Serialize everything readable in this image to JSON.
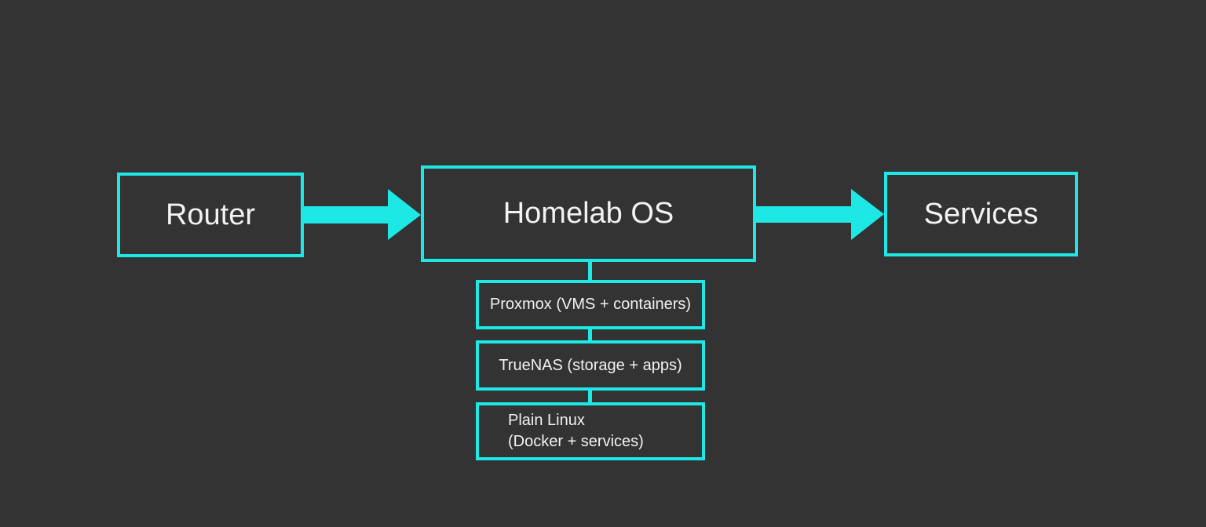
{
  "colors": {
    "background": "#333333",
    "accent": "#1ee8e6",
    "text": "#f2f2f2"
  },
  "nodes": {
    "router": "Router",
    "homelab": "Homelab OS",
    "services": "Services",
    "options": [
      {
        "label": "Proxmox (VMS + containers)"
      },
      {
        "label": "TrueNAS (storage + apps)"
      },
      {
        "line1": "Plain Linux",
        "line2": "(Docker + services)"
      }
    ]
  }
}
